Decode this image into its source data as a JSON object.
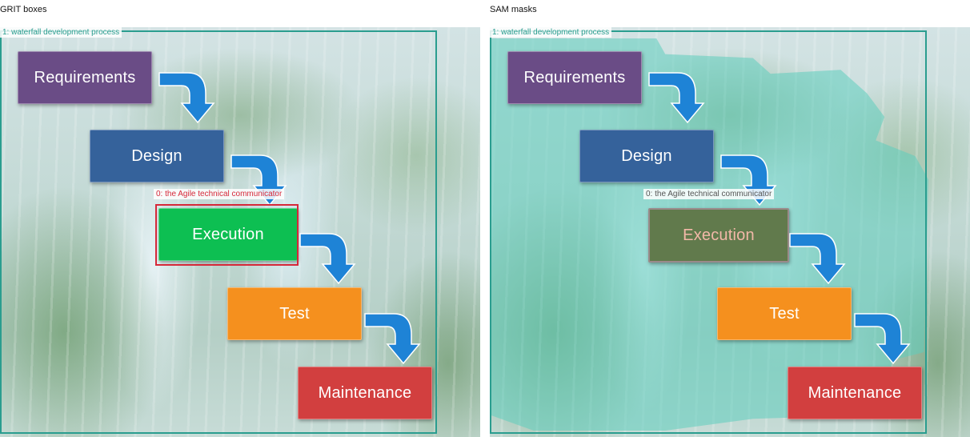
{
  "panels": {
    "left_title": "GRIT boxes",
    "right_title": "SAM masks"
  },
  "labels": {
    "waterfall": "1: waterfall development process",
    "agile": "0: the Agile technical communicator"
  },
  "stages": [
    {
      "name": "Requirements",
      "color": "#6a4c86"
    },
    {
      "name": "Design",
      "color": "#35629b"
    },
    {
      "name": "Execution",
      "color": "#0dbf52"
    },
    {
      "name": "Test",
      "color": "#f5901e"
    },
    {
      "name": "Maintenance",
      "color": "#d23f3f"
    }
  ],
  "right_execution_color": "#617a4c",
  "right_execution_text_color": "#f2b8a8",
  "box_colors": {
    "waterfall": "#2a9d8f",
    "agile": "#d62839"
  },
  "arrow_color": "#1e83d6"
}
